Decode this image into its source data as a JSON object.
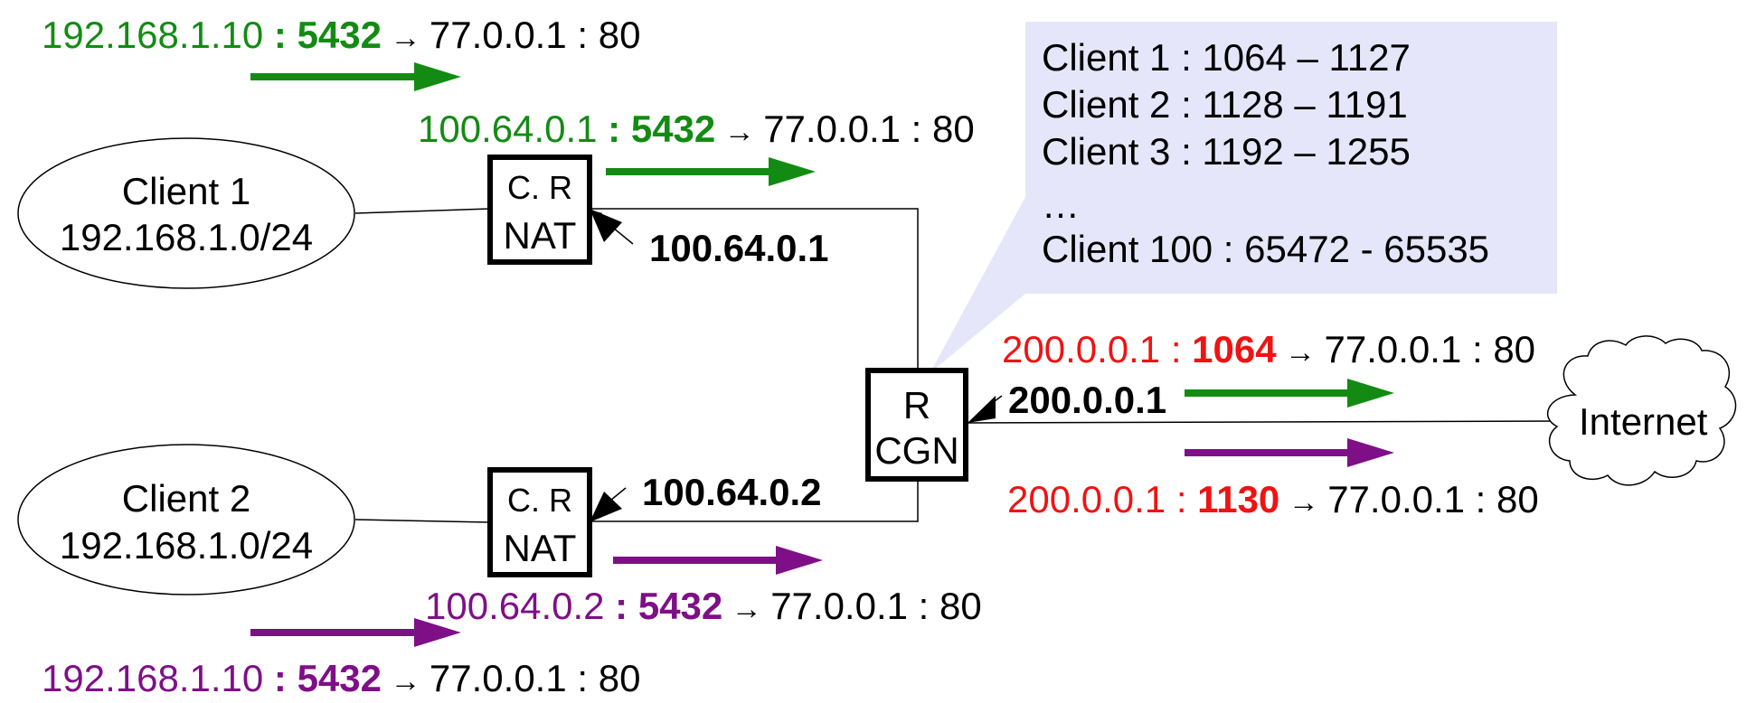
{
  "colors": {
    "green": "#138b13",
    "purple": "#7f0f87",
    "red": "#ef1313",
    "callout": "#e6e6fa"
  },
  "client1": {
    "name": "Client 1",
    "subnet": "192.168.1.0/24"
  },
  "client2": {
    "name": "Client 2",
    "subnet": "192.168.1.0/24"
  },
  "nat1": {
    "line1": "C. R",
    "line2": "NAT",
    "ip": "100.64.0.1"
  },
  "nat2": {
    "line1": "C. R",
    "line2": "NAT",
    "ip": "100.64.0.2"
  },
  "cgn": {
    "line1": "R",
    "line2": "CGN",
    "ip": "200.0.0.1"
  },
  "internet": {
    "label": "Internet"
  },
  "flow_green_1": {
    "src": "192.168.1.10",
    "sep": " : ",
    "port": "5432",
    "arrow": " → ",
    "dst": "77.0.0.1 : 80"
  },
  "flow_green_2": {
    "src": "100.64.0.1",
    "sep": " : ",
    "port": "5432",
    "arrow": " → ",
    "dst": "77.0.0.1 : 80"
  },
  "flow_purple_1": {
    "src": "192.168.1.10",
    "sep": " : ",
    "port": "5432",
    "arrow": " → ",
    "dst": "77.0.0.1 : 80"
  },
  "flow_purple_2": {
    "src": "100.64.0.2",
    "sep": " : ",
    "port": "5432",
    "arrow": " → ",
    "dst": "77.0.0.1 : 80"
  },
  "flow_red_1": {
    "src": "200.0.0.1 : ",
    "port": "1064",
    "arrow": " → ",
    "dst": "77.0.0.1  : 80"
  },
  "flow_red_2": {
    "src": "200.0.0.1 : ",
    "port": "1130",
    "arrow": " → ",
    "dst": "77.0.0.1 : 80"
  },
  "callout": {
    "lines": [
      "Client 1 : 1064 – 1127",
      "Client 2 : 1128 – 1191",
      "Client 3 : 1192 – 1255",
      "…",
      "Client 100 : 65472 - 65535"
    ]
  }
}
